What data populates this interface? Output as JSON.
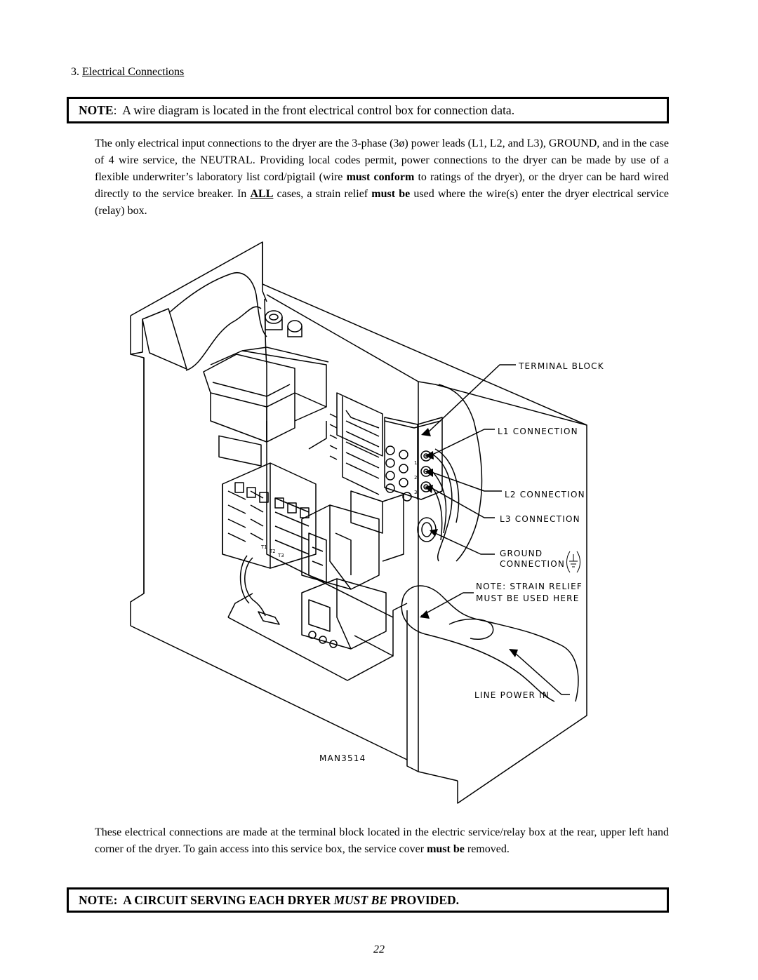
{
  "section": {
    "number": "3.",
    "title": "Electrical Connections"
  },
  "note1": {
    "prefix": "NOTE",
    "text": ":  A wire diagram is located in the front electrical control box for connection data."
  },
  "para1": {
    "t1": "The only electrical input connections to the dryer are the 3-phase (3ø) power leads (L1, L2, and L3), GROUND, and in the case of 4 wire service, the NEUTRAL.  Providing local codes permit, power connections to the dryer can be made by use of a flexible underwriter’s laboratory list cord/pigtail (wire ",
    "b1": "must conform",
    "t2": " to ratings of the dryer), or the dryer can be hard wired directly to the service breaker.  In ",
    "u1": "ALL",
    "t3": " cases, a strain relief ",
    "b2": "must be",
    "t4": " used where the wire(s) enter the dryer electrical service (relay) box."
  },
  "diagram": {
    "labels": {
      "terminal_block": "TERMINAL BLOCK",
      "l1": "L1 CONNECTION",
      "l2": "L2 CONNECTION",
      "l3": "L3 CONNECTION",
      "ground1": "GROUND",
      "ground2": "CONNECTION",
      "note1": "NOTE: STRAIN RELIEF",
      "note2": "MUST BE USED HERE",
      "line_power": "LINE POWER IN",
      "drawing_number": "MAN3514"
    },
    "terminal_numbers": [
      "1",
      "2",
      "3"
    ],
    "contactor_marks": [
      "T1",
      "T2",
      "T3"
    ]
  },
  "para2": {
    "t1": "These electrical connections are made at the terminal block located in the electric service/relay box at the rear, upper left hand corner of the dryer.  To gain access into this service box, the service cover ",
    "b1": "must be",
    "t2": " removed."
  },
  "note2": {
    "t1": "NOTE:  A CIRCUIT SERVING EACH DRYER ",
    "i1": "MUST BE",
    "t2": " PROVIDED."
  },
  "page_number": "22"
}
